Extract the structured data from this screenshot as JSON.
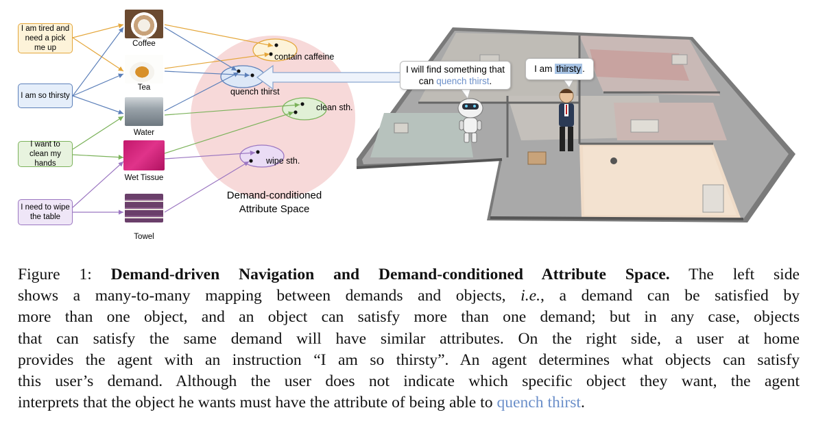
{
  "demands": [
    {
      "text": "I am tired and need a pick me up",
      "color": "#e4a63a",
      "fill": "#fdf3d9"
    },
    {
      "text": "I am so thirsty",
      "color": "#5b7fb9",
      "fill": "#e5eefa"
    },
    {
      "text": "I want to clean my hands",
      "color": "#7bb25a",
      "fill": "#e8f3df"
    },
    {
      "text": "I need to wipe the table",
      "color": "#9b76c1",
      "fill": "#efe6f7"
    }
  ],
  "objects": [
    {
      "label": "Coffee",
      "icon": "coffee-image"
    },
    {
      "label": "Tea",
      "icon": "tea-image"
    },
    {
      "label": "Water",
      "icon": "water-tap-image"
    },
    {
      "label": "Wet Tissue",
      "icon": "wet-tissue-image"
    },
    {
      "label": "Towel",
      "icon": "towel-image"
    }
  ],
  "attributes": [
    {
      "label": "contain caffeine",
      "color": "#e4a63a",
      "fill": "#fdf3d9"
    },
    {
      "label": "quench thirst",
      "color": "#5b7fb9",
      "fill": "#dde8f7"
    },
    {
      "label": "clean sth.",
      "color": "#7bb25a",
      "fill": "#e1f0d6"
    },
    {
      "label": "wipe sth.",
      "color": "#9b76c1",
      "fill": "#eadcf5"
    }
  ],
  "space_label": [
    "Demand-conditioned",
    "Attribute Space"
  ],
  "space_color": "#f6d5d5",
  "scene": {
    "agent_bubble_1": "I will find something that",
    "agent_bubble_2_pre": "can ",
    "agent_bubble_2_hl": "quench thirst",
    "agent_bubble_2_post": ".",
    "user_bubble_pre": "I  am ",
    "user_bubble_hl": "thirsty",
    "user_bubble_post": "."
  },
  "caption": {
    "prefix": "Figure 1: ",
    "bold": "Demand-driven Navigation and Demand-conditioned Attribute Space.",
    "l1_rest": " The left side",
    "l2": "shows a many-to-many mapping between demands and objects, ",
    "l2_italic": "i.e.",
    "l2_rest": ", a demand can be satisfied by",
    "l3": "more than one object, and an object can satisfy more than one demand; but in any case, objects",
    "l4": "that can satisfy the same demand will have similar attributes.  On the right side, a user at home",
    "l5": "provides the agent with an instruction “I am so thirsty”. An agent determines what objects can satisfy",
    "l6": "this user’s demand. Although the user does not indicate which specific object they want, the agent",
    "l7": "interprets that the object he wants must have the attribute of being able to ",
    "l7_hl": "quench thirst",
    "l7_end": ".",
    "highlight_color": "#6b8fc9"
  }
}
